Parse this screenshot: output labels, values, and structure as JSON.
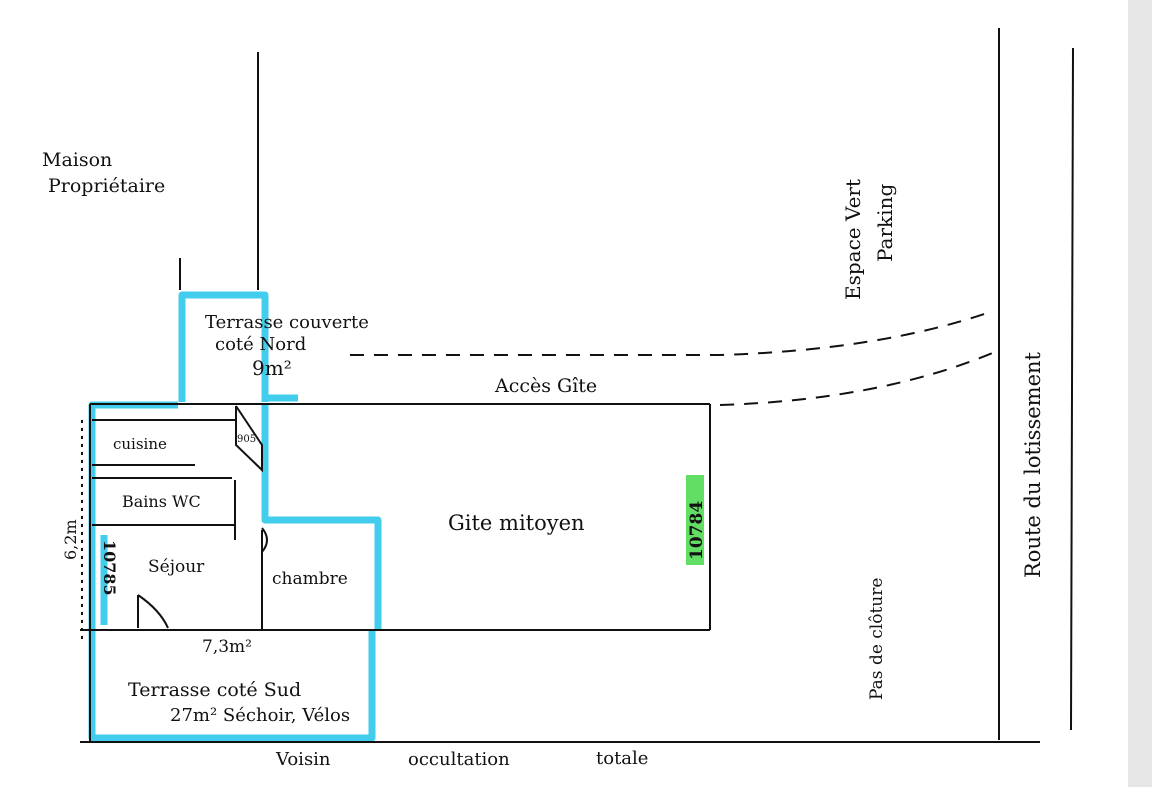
{
  "colors": {
    "ink": "#111111",
    "highlight_blue": "#2ec8ea",
    "highlight_green": "#46d84a",
    "paper": "#ffffff"
  },
  "labels": {
    "maison_line1": "Maison",
    "maison_line2": "Propriétaire",
    "terrasse_nord_line1": "Terrasse couverte",
    "terrasse_nord_line2": "coté Nord",
    "terrasse_nord_area": "9m²",
    "acces_gite": "Accès Gîte",
    "espace_vert": "Espace Vert",
    "parking": "Parking",
    "route": "Route du lotissement",
    "cuisine": "cuisine",
    "small_code": "905",
    "bains_wc": "Bains WC",
    "height_dim": "6,2m",
    "lot_left": "10785",
    "sejour": "Séjour",
    "chambre": "chambre",
    "gite_mitoyen": "Gite mitoyen",
    "lot_right": "10784",
    "width_dim": "7,3m²",
    "terrasse_sud_line1": "Terrasse coté Sud",
    "terrasse_sud_line2": "27m² Séchoir, Vélos",
    "pas_de_cloture": "Pas de clôture",
    "voisin": "Voisin",
    "occultation": "occultation",
    "totale": "totale"
  }
}
